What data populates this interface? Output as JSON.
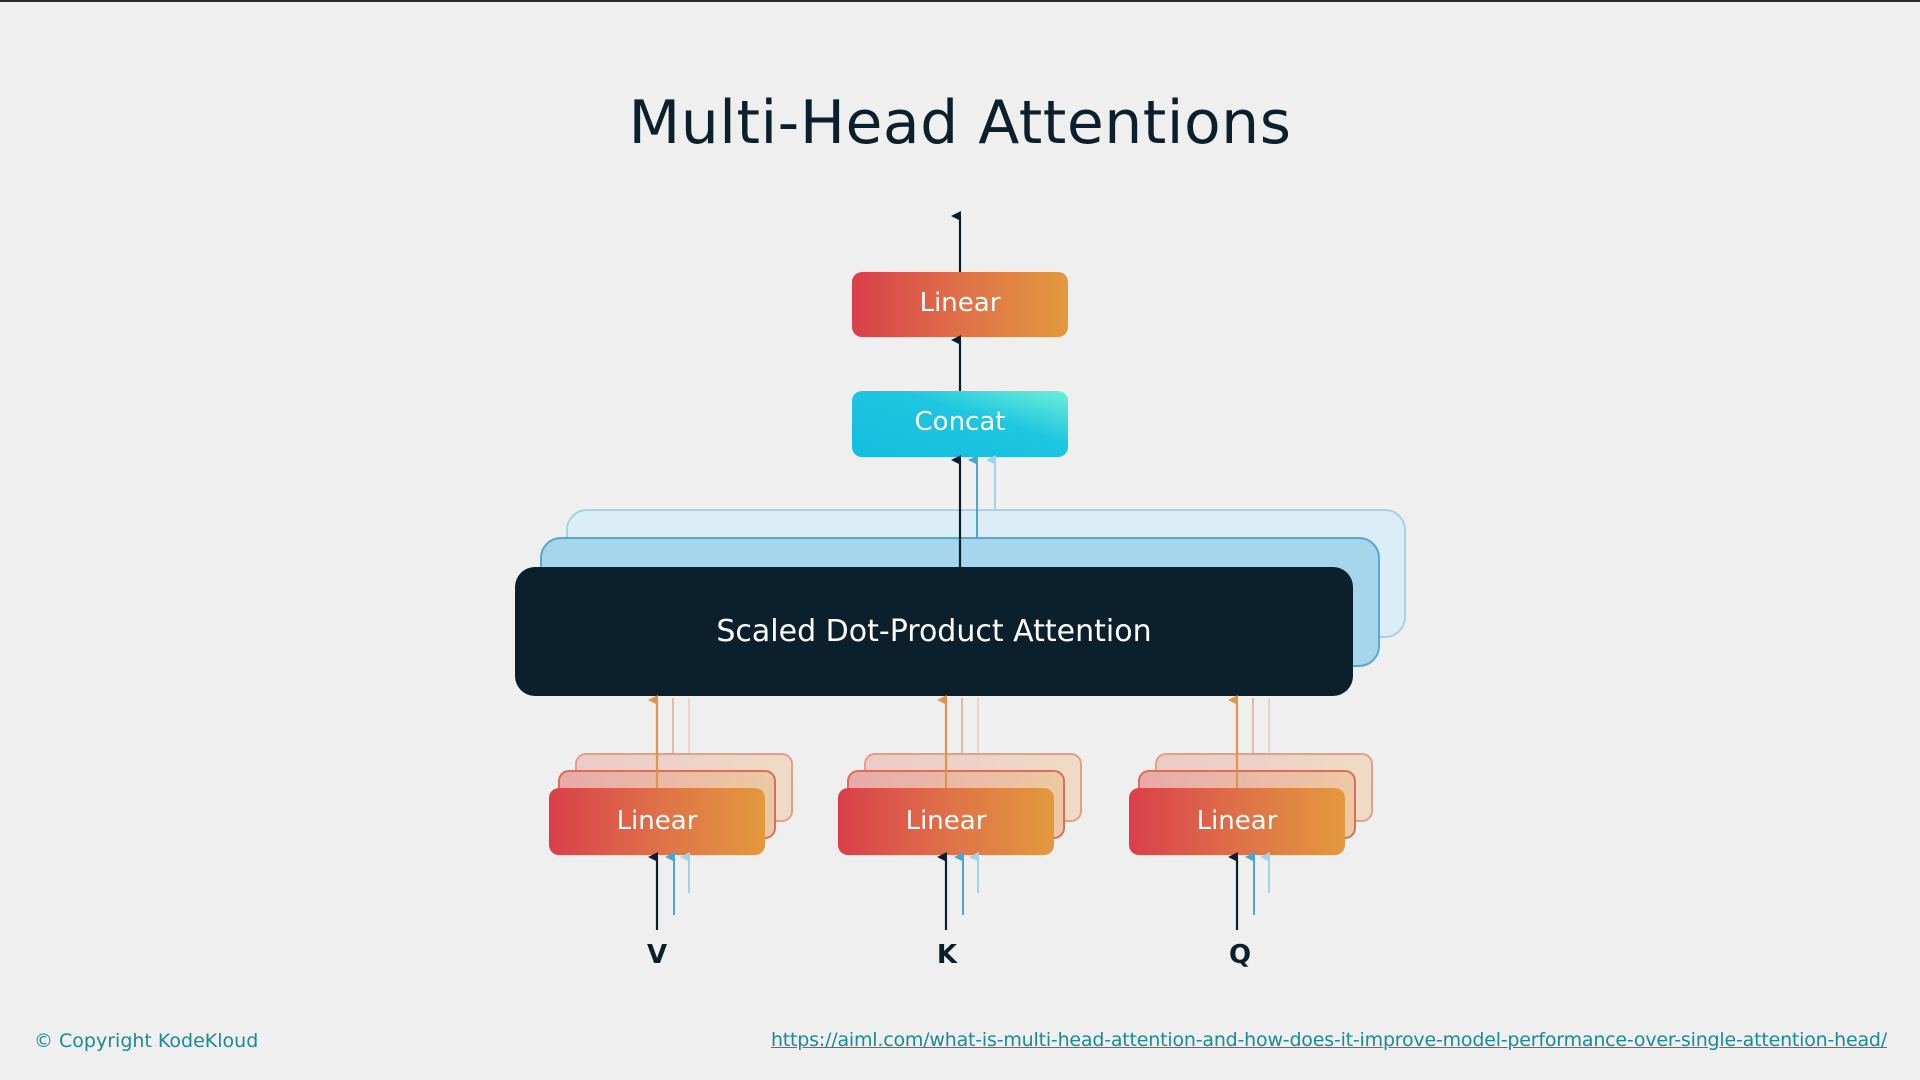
{
  "title": "Multi-Head Attentions",
  "diagram": {
    "output_linear": {
      "label": "Linear"
    },
    "concat": {
      "label": "Concat"
    },
    "attention": {
      "label": "Scaled Dot-Product Attention",
      "heads": 3
    },
    "input_linears": [
      {
        "label": "Linear",
        "input": "V"
      },
      {
        "label": "Linear",
        "input": "K"
      },
      {
        "label": "Linear",
        "input": "Q"
      }
    ]
  },
  "colors": {
    "background": "#efefef",
    "title": "#0c1f2c",
    "linear_gradient_start": "#d9404a",
    "linear_gradient_end": "#e39a3e",
    "concat_gradient_start": "#16bedf",
    "concat_gradient_end": "#62ecd8",
    "attention_fill": "#0c1f2c",
    "attention_layer2": "#a6d6ec",
    "attention_layer3": "#dbedf6",
    "arrow_dark": "#0c1f2c",
    "arrow_blue": "#4aa6d2",
    "arrow_lightblue": "#a3d3ea",
    "arrow_orange": "#e0954a",
    "footer_text": "#1a8a94"
  },
  "footer": {
    "copyright": "© Copyright KodeKloud",
    "source_url": "https://aiml.com/what-is-multi-head-attention-and-how-does-it-improve-model-performance-over-single-attention-head/"
  }
}
